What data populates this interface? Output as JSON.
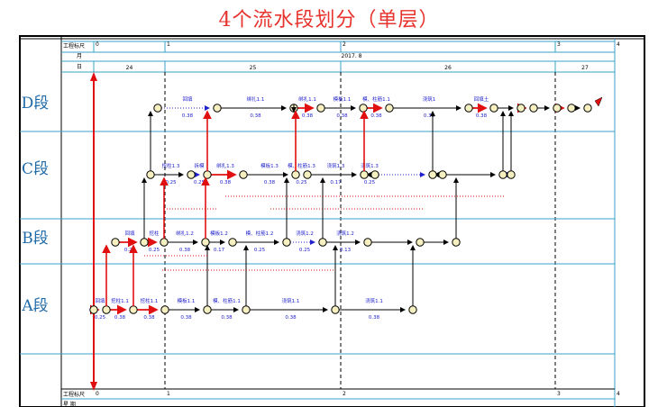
{
  "title": "4个流水段划分（单层）",
  "colors": {
    "critical": "#e01010",
    "normal": "#000000",
    "link": "#2222cc",
    "grid": "#3aa0c8",
    "node_fill": "#f6f0c0",
    "lane_label": "#1f6aa8",
    "title": "#e8322d",
    "milestone": "#e01010"
  },
  "header": {
    "top_day_label": "工程标尺",
    "month_label": "月",
    "day_label": "日",
    "month_value": "2017. 8",
    "ticks": [
      "0",
      "1",
      "2",
      "3",
      "4"
    ],
    "days": [
      "24",
      "25",
      "26",
      "27"
    ],
    "bottom_day_label": "工程标尺",
    "bottom_row_label": "星 期",
    "bottom_ticks": [
      "0",
      "1",
      "2",
      "3",
      "4"
    ]
  },
  "lanes": [
    "D段",
    "C段",
    "B段",
    "A段"
  ],
  "tasks": {
    "D": [
      {
        "name": "回填",
        "dur": "0.38"
      },
      {
        "name": "绑扎1.1",
        "dur": "0.38"
      },
      {
        "name": "绑扎1.1",
        "dur": "0.38"
      },
      {
        "name": "模板1.1",
        "dur": "0.38"
      },
      {
        "name": "模、柱筋1.1",
        "dur": "0.38"
      },
      {
        "name": "浇筑1",
        "dur": "0.38"
      },
      {
        "name": "回填土",
        "dur": "0.38"
      }
    ],
    "C": [
      {
        "name": "挖柱1.3",
        "dur": "0.25"
      },
      {
        "name": "拆模",
        "dur": "0.25"
      },
      {
        "name": "绑扎1.3",
        "dur": "0.38"
      },
      {
        "name": "模板1.3",
        "dur": "0.38"
      },
      {
        "name": "模、柱筋1.3",
        "dur": "0.25"
      },
      {
        "name": "浇筑1.3",
        "dur": "0.17"
      },
      {
        "name": "浇筑1.3",
        "dur": "0.25"
      }
    ],
    "B": [
      {
        "name": "回填",
        "dur": "0.25"
      },
      {
        "name": "挖柱",
        "dur": "0.25"
      },
      {
        "name": "绑扎1.2",
        "dur": "0.38"
      },
      {
        "name": "模板1.2",
        "dur": "0.17"
      },
      {
        "name": "模、柱筋1.2",
        "dur": "0.25"
      },
      {
        "name": "浇筑1.2",
        "dur": "0.25"
      },
      {
        "name": "浇筑1.2",
        "dur": "0.13"
      }
    ],
    "A": [
      {
        "name": "回填",
        "dur": "0.25"
      },
      {
        "name": "挖柱1.1",
        "dur": "0.38"
      },
      {
        "name": "挖柱1.1",
        "dur": "0.38"
      },
      {
        "name": "模板1.1",
        "dur": "0.38"
      },
      {
        "name": "模、柱筋1.1",
        "dur": "0.38"
      },
      {
        "name": "浇筑1.1",
        "dur": "0.38"
      },
      {
        "name": "浇筑1.1",
        "dur": "0.38"
      }
    ]
  }
}
